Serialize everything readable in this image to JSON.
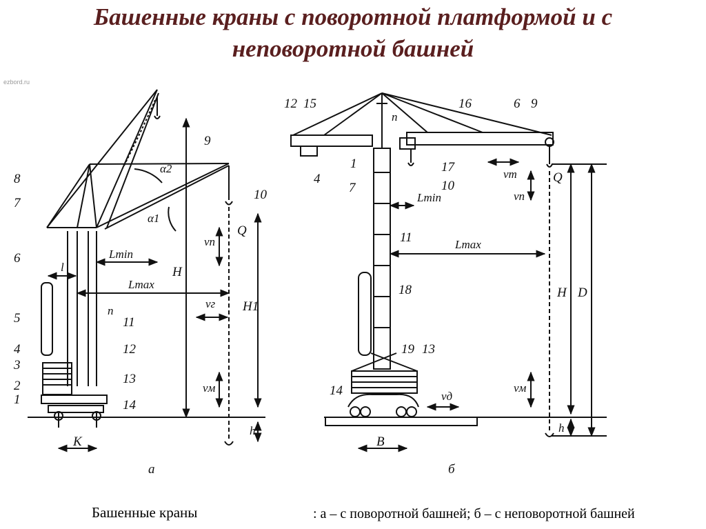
{
  "title": {
    "line1": "Башенные краны с поворотной платформой и с",
    "line2": "неповоротной башней"
  },
  "watermark": "ezbord.ru",
  "caption_left": "Башенные краны",
  "caption_right": ": а – с поворотной башней; б – с неповоротной башней",
  "diagram_a": {
    "sublabel": "а",
    "numbers": [
      "1",
      "2",
      "3",
      "4",
      "5",
      "6",
      "7",
      "8",
      "9",
      "10",
      "11",
      "12",
      "13",
      "14"
    ],
    "labels": {
      "alpha2": "α2",
      "alpha1": "α1",
      "lmin": "Lmin",
      "lmax": "Lmax",
      "l": "l",
      "n": "n",
      "H": "H",
      "H1": "H1",
      "Q": "Q",
      "vp": "vп",
      "vg": "vг",
      "vm": "vм",
      "K": "K",
      "h": "h"
    }
  },
  "diagram_b": {
    "sublabel": "б",
    "numbers": [
      "1",
      "4",
      "6",
      "7",
      "9",
      "10",
      "11",
      "12",
      "13",
      "14",
      "15",
      "16",
      "17",
      "18",
      "19"
    ],
    "labels": {
      "n": "n",
      "lmin": "Lmin",
      "lmax": "Lmax",
      "Q": "Q",
      "vt": "vт",
      "vp": "vп",
      "vm": "vм",
      "vd": "vд",
      "H": "H",
      "D": "D",
      "h": "h",
      "B": "B"
    }
  }
}
